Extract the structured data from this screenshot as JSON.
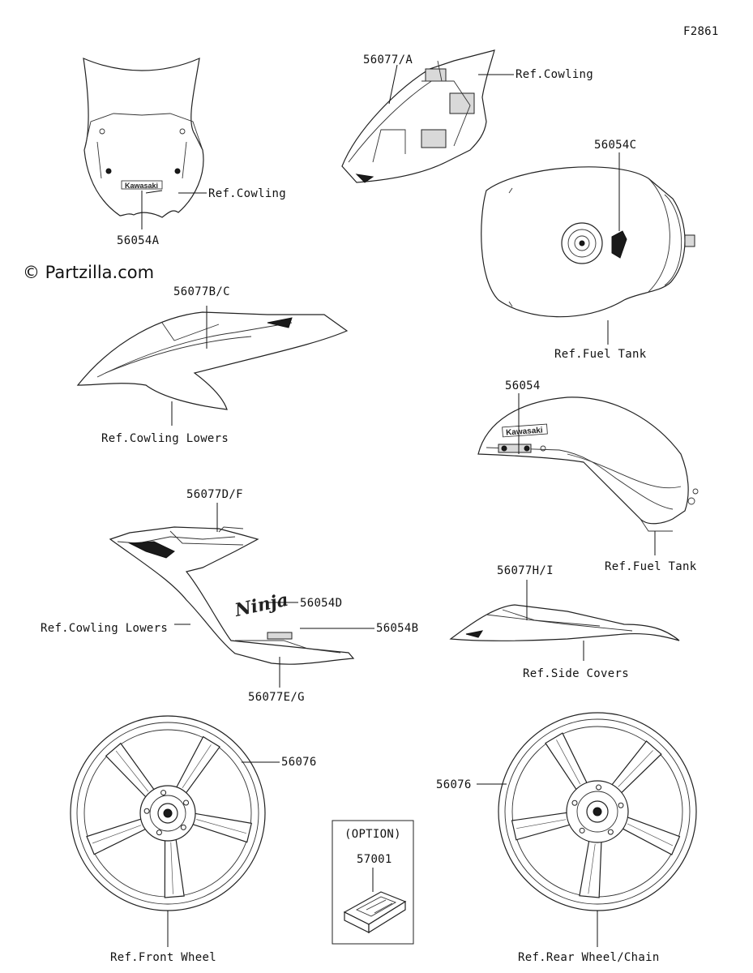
{
  "figure_code": "F2861",
  "watermark": "© Partzilla.com",
  "option_box": {
    "title": "(OPTION)",
    "part_number": "57001"
  },
  "labels": {
    "windshield_part": "56054A",
    "windshield_ref": "Ref.Cowling",
    "upper_cowl_part": "56077/A",
    "upper_cowl_ref": "Ref.Cowling",
    "tank_top_part": "56054C",
    "tank_top_ref": "Ref.Fuel Tank",
    "cowl_lower_part": "56077B/C",
    "cowl_lower_ref": "Ref.Cowling Lowers",
    "tank_side_part": "56054",
    "tank_side_ref": "Ref.Fuel Tank",
    "side_panel_top_part": "56077D/F",
    "side_panel_ninja_part": "56054D",
    "side_panel_ref": "Ref.Cowling Lowers",
    "side_panel_small_part": "56054B",
    "side_panel_bottom_part": "56077E/G",
    "side_cover_part": "56077H/I",
    "side_cover_ref": "Ref.Side Covers",
    "front_wheel_part": "56076",
    "front_wheel_ref": "Ref.Front Wheel",
    "rear_wheel_part": "56076",
    "rear_wheel_ref": "Ref.Rear Wheel/Chain"
  },
  "decal_text": {
    "brand": "Kawasaki",
    "model": "Ninja"
  }
}
